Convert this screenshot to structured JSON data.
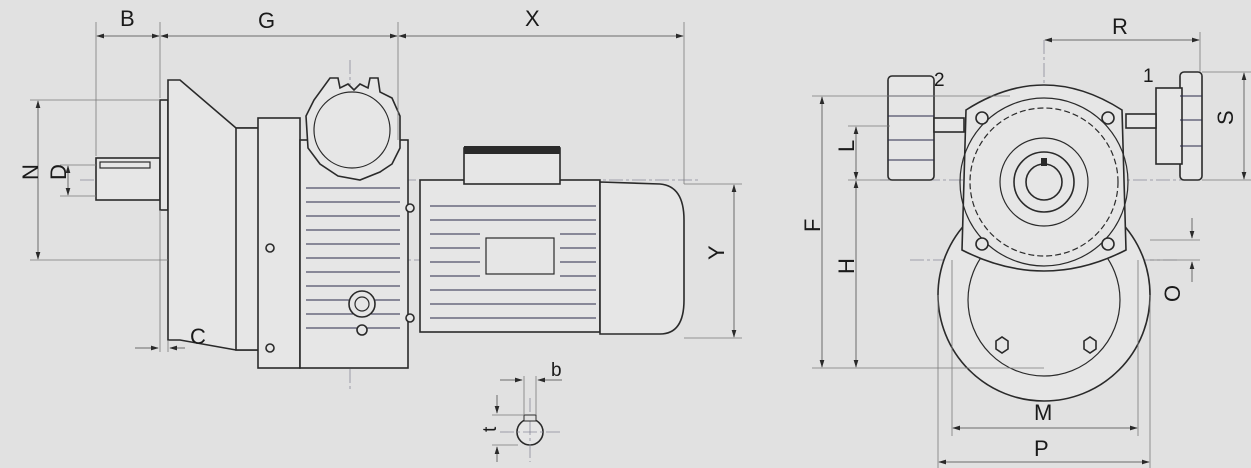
{
  "labels": {
    "B": "B",
    "G": "G",
    "X": "X",
    "R": "R",
    "N": "N",
    "D": "D",
    "C": "C",
    "Y": "Y",
    "F": "F",
    "L": "L",
    "H": "H",
    "O": "O",
    "S": "S",
    "M": "M",
    "P": "P",
    "b": "b",
    "t": "t",
    "one": "1",
    "two": "2"
  }
}
